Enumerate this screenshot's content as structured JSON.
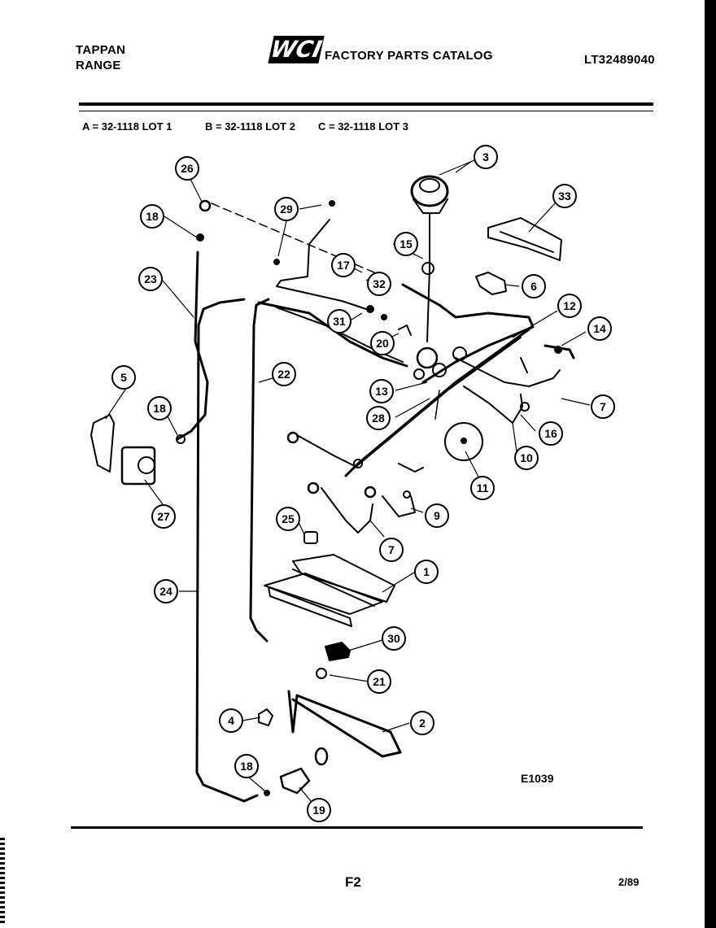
{
  "header": {
    "brand_line1": "TAPPAN",
    "brand_line2": "RANGE",
    "logo_text": "WCI",
    "catalog_title": "FACTORY PARTS CATALOG",
    "catalog_number": "LT32489040"
  },
  "lots": [
    "A = 32-1118 LOT 1",
    "B = 32-1118 LOT 2",
    "C = 32-1118 LOT 3"
  ],
  "diagram": {
    "figure_code": "E1039",
    "callouts": [
      "1",
      "2",
      "3",
      "4",
      "5",
      "6",
      "7",
      "7",
      "9",
      "10",
      "11",
      "12",
      "13",
      "14",
      "15",
      "16",
      "17",
      "18",
      "18",
      "18",
      "19",
      "20",
      "21",
      "22",
      "23",
      "24",
      "25",
      "26",
      "27",
      "28",
      "29",
      "30",
      "31",
      "32",
      "33"
    ]
  },
  "footer": {
    "page_code": "F2",
    "date": "2/89"
  }
}
